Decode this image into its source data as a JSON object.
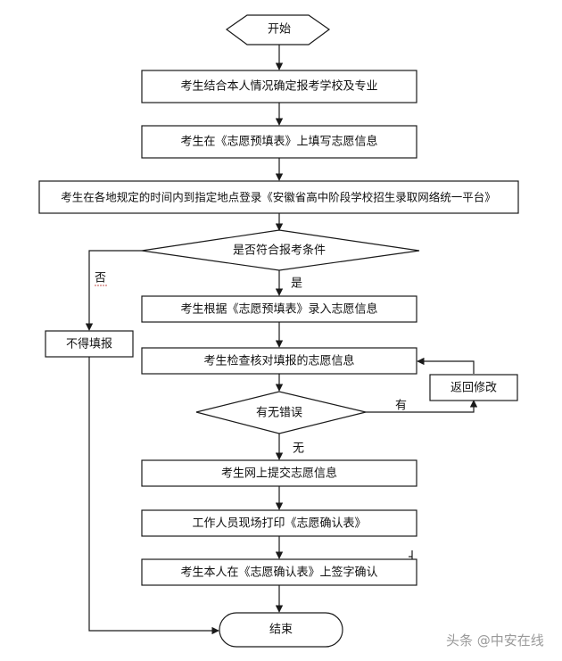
{
  "diagram": {
    "type": "flowchart",
    "nodes": {
      "start": {
        "label": "开始",
        "shape": "hexagon"
      },
      "step1": {
        "label": "考生结合本人情况确定报考学校及专业",
        "shape": "rect"
      },
      "step2": {
        "label": "考生在《志愿预填表》上填写志愿信息",
        "shape": "rect"
      },
      "step3": {
        "label": "考生在各地规定的时间内到指定地点登录《安徽省高中阶段学校招生录取网络统一平台》",
        "shape": "rect"
      },
      "decision1": {
        "label": "是否符合报考条件",
        "shape": "diamond"
      },
      "reject": {
        "label": "不得填报",
        "shape": "rect"
      },
      "step4": {
        "label": "考生根据《志愿预填表》录入志愿信息",
        "shape": "rect"
      },
      "step5": {
        "label": "考生检查核对填报的志愿信息",
        "shape": "rect"
      },
      "decision2": {
        "label": "有无错误",
        "shape": "diamond"
      },
      "revise": {
        "label": "返回修改",
        "shape": "rect"
      },
      "step6": {
        "label": "考生网上提交志愿信息",
        "shape": "rect"
      },
      "step7": {
        "label": "工作人员现场打印《志愿确认表》",
        "shape": "rect"
      },
      "step8": {
        "label": "考生本人在《志愿确认表》上签字确认",
        "shape": "rect"
      },
      "end": {
        "label": "结束",
        "shape": "terminal"
      }
    },
    "edges": [
      {
        "from": "start",
        "to": "step1",
        "label": ""
      },
      {
        "from": "step1",
        "to": "step2",
        "label": ""
      },
      {
        "from": "step2",
        "to": "step3",
        "label": ""
      },
      {
        "from": "step3",
        "to": "decision1",
        "label": ""
      },
      {
        "from": "decision1",
        "to": "reject",
        "label": "否"
      },
      {
        "from": "decision1",
        "to": "step4",
        "label": "是"
      },
      {
        "from": "step4",
        "to": "step5",
        "label": ""
      },
      {
        "from": "step5",
        "to": "decision2",
        "label": ""
      },
      {
        "from": "decision2",
        "to": "revise",
        "label": "有"
      },
      {
        "from": "revise",
        "to": "step5",
        "label": ""
      },
      {
        "from": "decision2",
        "to": "step6",
        "label": "无"
      },
      {
        "from": "step6",
        "to": "step7",
        "label": ""
      },
      {
        "from": "step7",
        "to": "step8",
        "label": ""
      },
      {
        "from": "step8",
        "to": "end",
        "label": ""
      },
      {
        "from": "reject",
        "to": "end",
        "label": ""
      }
    ],
    "edge_labels": {
      "no": "否",
      "yes": "是",
      "has_error": "有",
      "no_error": "无"
    }
  },
  "watermark": "头条 @中安在线"
}
